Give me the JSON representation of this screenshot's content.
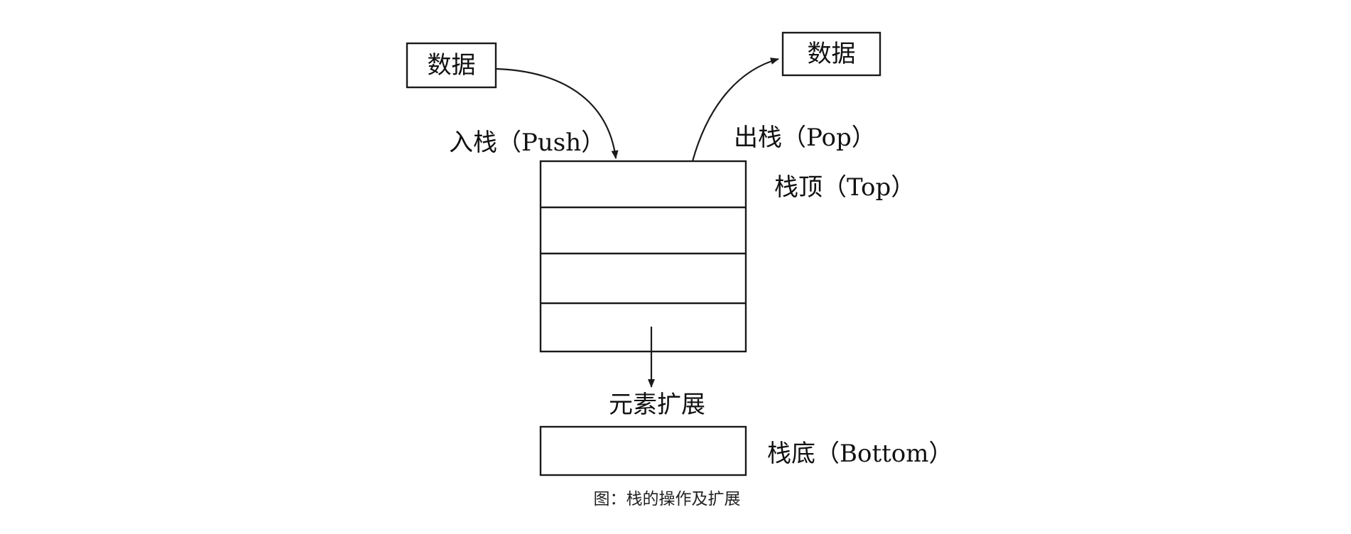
{
  "diagram": {
    "data_in_box": "数据",
    "data_out_box": "数据",
    "push_label": "入栈（Push）",
    "pop_label": "出栈（Pop）",
    "top_label": "栈顶（Top）",
    "expand_label": "元素扩展",
    "bottom_label": "栈底（Bottom）"
  },
  "caption": "图：栈的操作及扩展"
}
